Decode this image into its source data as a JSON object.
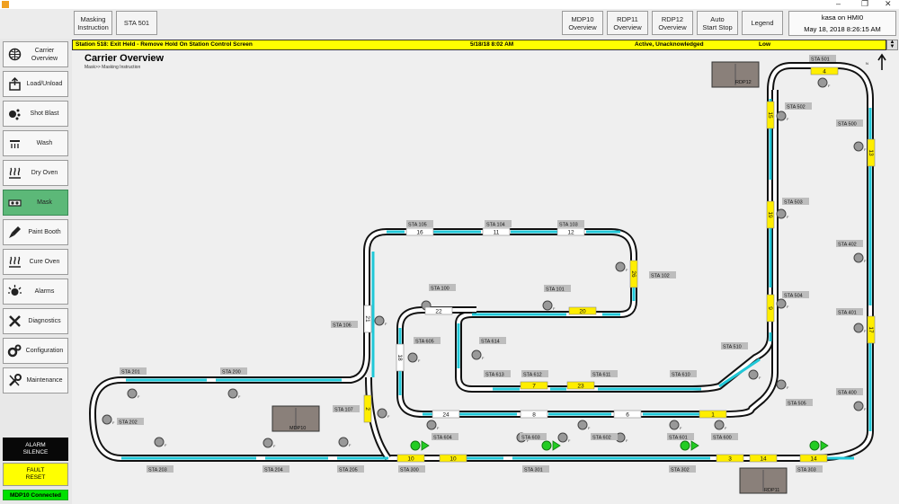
{
  "top_tabs": [
    {
      "label": "Masking\nInstruction",
      "active": true
    },
    {
      "label": "STA 501",
      "active": false
    }
  ],
  "top_buttons": [
    {
      "label": "MDP10\nOverview"
    },
    {
      "label": "RDP11\nOverview"
    },
    {
      "label": "RDP12\nOverview"
    },
    {
      "label": "Auto\nStart Stop"
    },
    {
      "label": "Legend"
    }
  ],
  "user": {
    "name": "kasa on HMI0",
    "datetime": "May 18, 2018 8:26:15 AM"
  },
  "sidebar": [
    {
      "label": "Carrier\nOverview",
      "icon": "globe-icon",
      "active": false
    },
    {
      "label": "Load/Unload",
      "icon": "load-unload-icon",
      "active": false
    },
    {
      "label": "Shot Blast",
      "icon": "shot-blast-icon",
      "active": false
    },
    {
      "label": "Wash",
      "icon": "wash-icon",
      "active": false
    },
    {
      "label": "Dry Oven",
      "icon": "heat-icon",
      "active": false
    },
    {
      "label": "Mask",
      "icon": "mask-icon",
      "active": true
    },
    {
      "label": "Paint Booth",
      "icon": "paint-brush-icon",
      "active": false
    },
    {
      "label": "Cure Oven",
      "icon": "heat-icon",
      "active": false
    },
    {
      "label": "Alarms",
      "icon": "alarm-icon",
      "active": false
    },
    {
      "label": "Diagnostics",
      "icon": "tools-icon",
      "active": false
    },
    {
      "label": "Configuration",
      "icon": "gears-icon",
      "active": false
    },
    {
      "label": "Maintenance",
      "icon": "wrench-icon",
      "active": false
    }
  ],
  "alarm_silence": "ALARM\nSILENCE",
  "fault_reset": "FAULT\nRESET",
  "connection": "MDP10 Connected",
  "alarm_banner": {
    "message": "Station 518: Exit Held - Remove Hold On Station Control Screen",
    "time": "5/18/18 8:02 AM",
    "state": "Active, Unacknowledged",
    "priority": "Low"
  },
  "page_title": "Carrier Overview",
  "breadcrumb": "Mask>> Masking Instruction",
  "compass": "N",
  "panels": [
    "RDP12",
    "MDP10",
    "RDP11"
  ],
  "station_labels": [
    "STA 501",
    "STA 502",
    "STA 500",
    "STA 503",
    "STA 402",
    "STA 504",
    "STA 401",
    "STA 510",
    "STA 505",
    "STA 400",
    "STA 303",
    "STA 302",
    "STA 301",
    "STA 300",
    "STA 205",
    "STA 204",
    "STA 203",
    "STA 202",
    "STA 201",
    "STA 200",
    "STA 107",
    "STA 106",
    "STA 105",
    "STA 104",
    "STA 103",
    "STA 102",
    "STA 101",
    "STA 100",
    "STA 605",
    "STA 614",
    "STA 613",
    "STA 612",
    "STA 611",
    "STA 610",
    "STA 600",
    "STA 601",
    "STA 602",
    "STA 603",
    "STA 604"
  ],
  "carrier_numbers": [
    "4",
    "15",
    "13",
    "19",
    "9",
    "17",
    "1",
    "3",
    "14",
    "14",
    "10",
    "10",
    "2",
    "21",
    "18",
    "16",
    "11",
    "12",
    "26",
    "22",
    "20",
    "7",
    "23",
    "24",
    "8",
    "6"
  ],
  "flag": "F"
}
